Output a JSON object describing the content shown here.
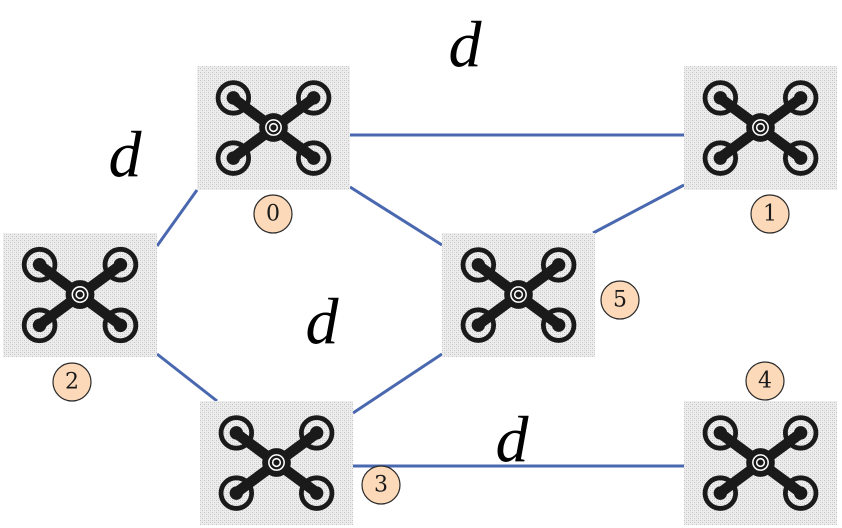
{
  "nodes": [
    {
      "id": "0",
      "label": "0"
    },
    {
      "id": "1",
      "label": "1"
    },
    {
      "id": "2",
      "label": "2"
    },
    {
      "id": "3",
      "label": "3"
    },
    {
      "id": "4",
      "label": "4"
    },
    {
      "id": "5",
      "label": "5"
    }
  ],
  "edges": [
    {
      "from": "0",
      "to": "1"
    },
    {
      "from": "0",
      "to": "2"
    },
    {
      "from": "0",
      "to": "5"
    },
    {
      "from": "1",
      "to": "5"
    },
    {
      "from": "2",
      "to": "3"
    },
    {
      "from": "3",
      "to": "5"
    },
    {
      "from": "3",
      "to": "4"
    }
  ],
  "distance_labels": [
    "d",
    "d",
    "d",
    "d"
  ],
  "colors": {
    "edge": "#4a68b0",
    "badge_fill": "#fcd9b8",
    "drone": "#1a1a1a"
  },
  "icon": "quadcopter-drone-icon"
}
